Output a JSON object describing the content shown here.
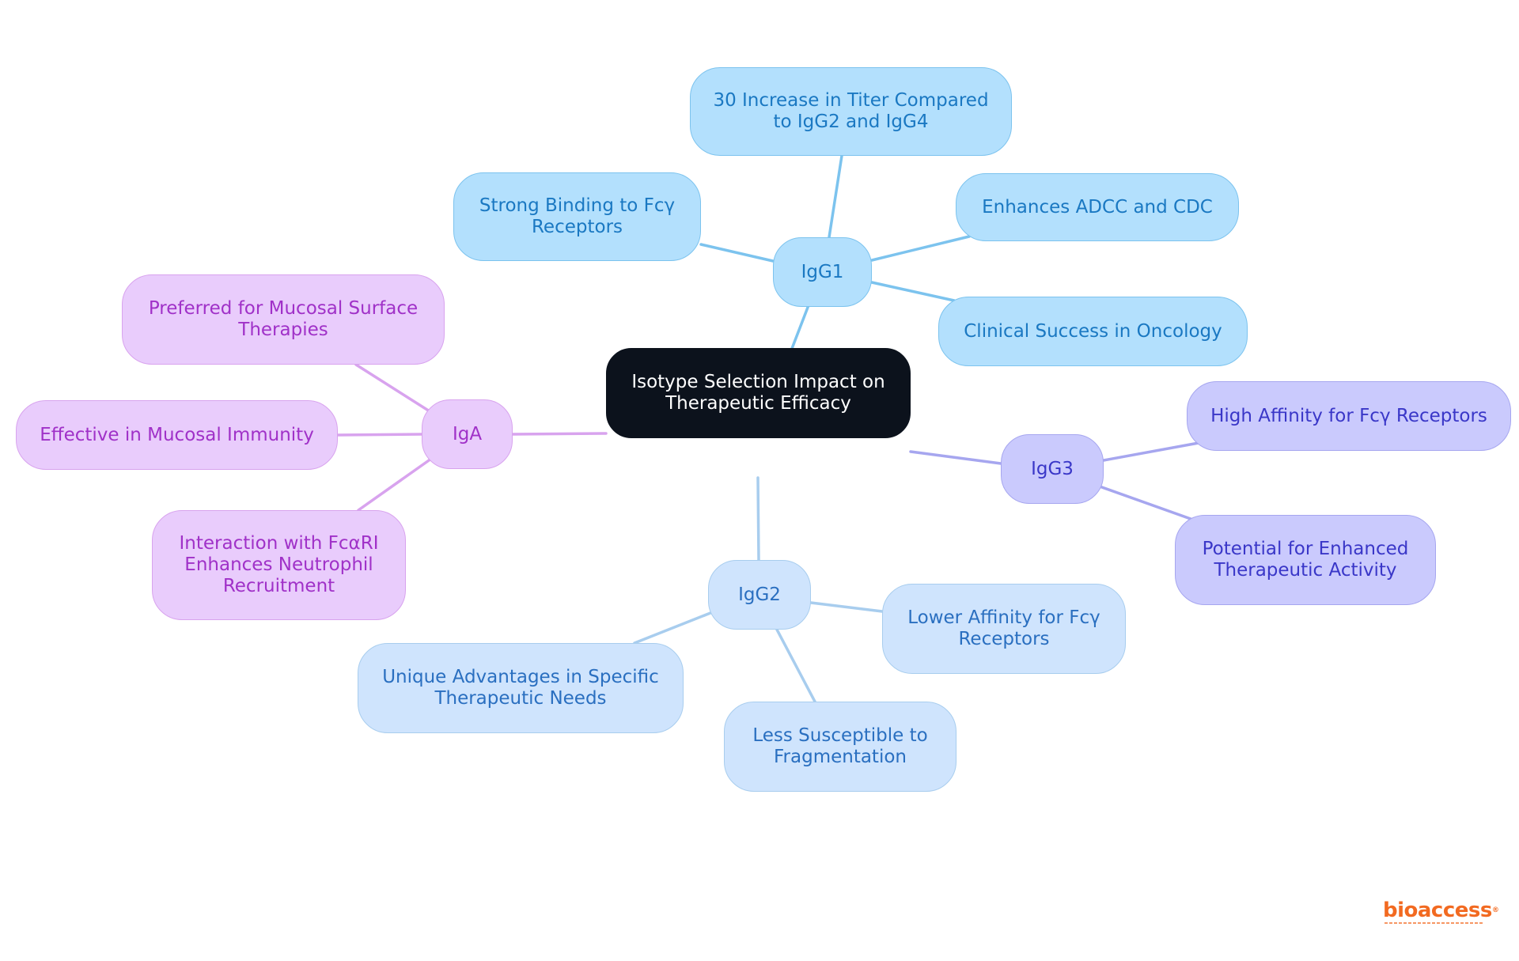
{
  "diagram": {
    "root": {
      "id": "root",
      "label": "Isotype Selection Impact on Therapeutic Efficacy"
    },
    "branches": [
      {
        "id": "igg1",
        "label": "IgG1",
        "color": "#7cc3ee",
        "fill": "#b3e0fd",
        "text_color": "#1a78c2",
        "children": [
          {
            "id": "igg1-c1",
            "label": "30 Increase in Titer Compared to IgG2 and IgG4"
          },
          {
            "id": "igg1-c2",
            "label": "Strong Binding to Fcγ Receptors"
          },
          {
            "id": "igg1-c3",
            "label": "Enhances ADCC and CDC"
          },
          {
            "id": "igg1-c4",
            "label": "Clinical Success in Oncology"
          }
        ]
      },
      {
        "id": "iga",
        "label": "IgA",
        "color": "#d8a3ee",
        "fill": "#e9ccfc",
        "text_color": "#a031c8",
        "children": [
          {
            "id": "iga-c1",
            "label": "Preferred for Mucosal Surface Therapies"
          },
          {
            "id": "iga-c2",
            "label": "Effective in Mucosal Immunity"
          },
          {
            "id": "iga-c3",
            "label": "Interaction with FcαRI Enhances Neutrophil Recruitment"
          }
        ]
      },
      {
        "id": "igg3",
        "label": "IgG3",
        "color": "#a6a6ef",
        "fill": "#cacafd",
        "text_color": "#3a37c8",
        "children": [
          {
            "id": "igg3-c1",
            "label": "High Affinity for Fcγ Receptors"
          },
          {
            "id": "igg3-c2",
            "label": "Potential for Enhanced Therapeutic Activity"
          }
        ]
      },
      {
        "id": "igg2",
        "label": "IgG2",
        "color": "#a8cdee",
        "fill": "#cfe4fd",
        "text_color": "#2a6fc0",
        "children": [
          {
            "id": "igg2-c1",
            "label": "Lower Affinity for Fcγ Receptors"
          },
          {
            "id": "igg2-c2",
            "label": "Less Susceptible to Fragmentation"
          },
          {
            "id": "igg2-c3",
            "label": "Unique Advantages in Specific Therapeutic Needs"
          }
        ]
      }
    ],
    "root_style": {
      "fill": "#0c121c",
      "text_color": "#ffffff"
    }
  },
  "logo": {
    "text": "bioaccess",
    "registered_mark": "®",
    "color": "#f26a21"
  }
}
